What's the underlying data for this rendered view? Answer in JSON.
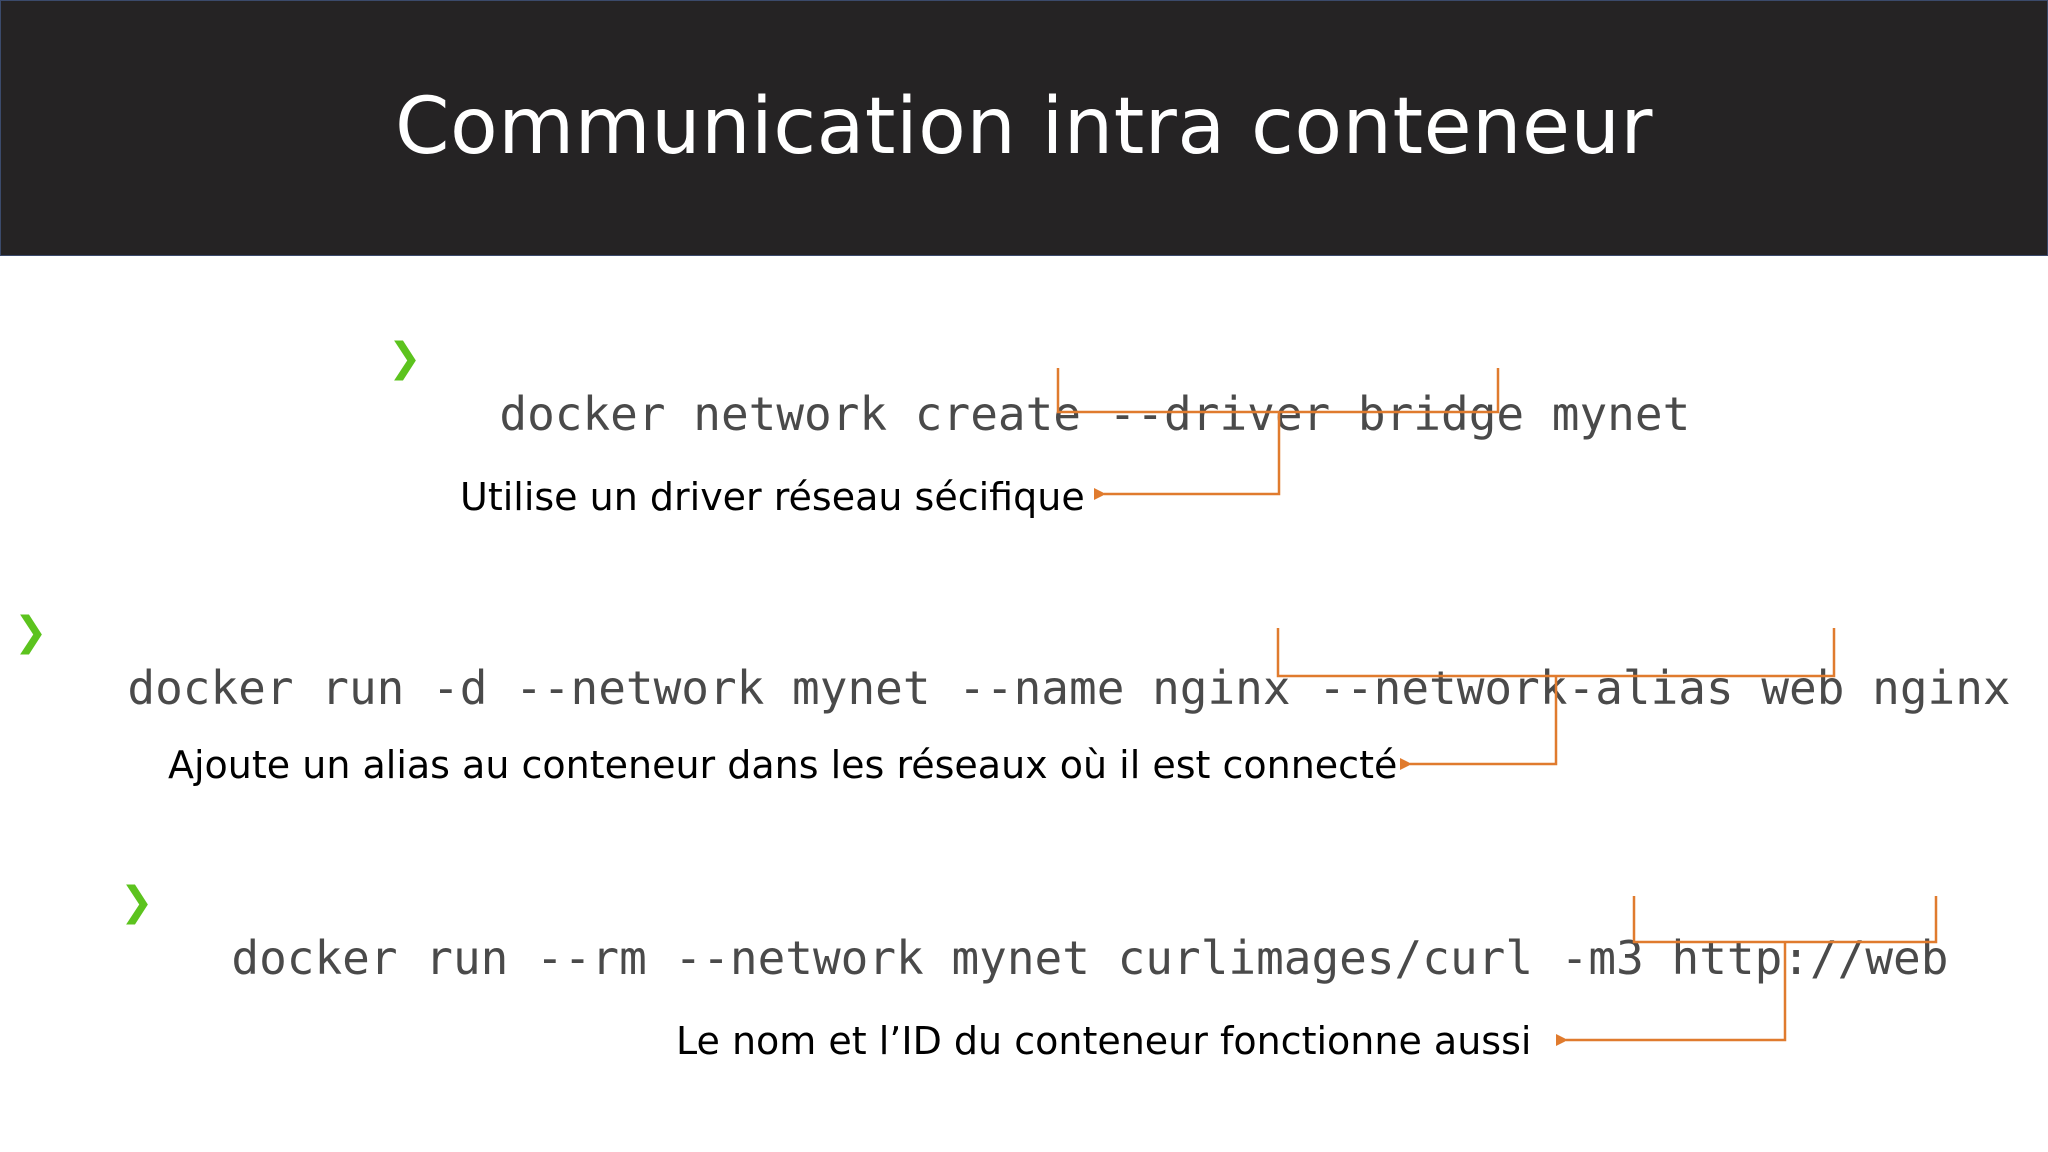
{
  "slide": {
    "title": "Communication intra conteneur"
  },
  "prompt_glyph": "❯",
  "commands": [
    {
      "before": "docker network create ",
      "highlight": "--driver bridge",
      "after": " mynet",
      "note": "Utilise un driver réseau sécifique"
    },
    {
      "before": "docker run -d --network mynet --name nginx ",
      "highlight": "--network-alias web",
      "after": " nginx",
      "note": "Ajoute un alias au conteneur dans les réseaux où il est connecté"
    },
    {
      "before": "docker run --rm --network mynet curlimages/curl -m3 ",
      "highlight": "http://web",
      "after": "",
      "note": "Le nom et l’ID du conteneur fonctionne aussi"
    }
  ],
  "colors": {
    "title_bar": "#252324",
    "prompt": "#5cc31e",
    "annotation": "#e07b2e",
    "command_text": "#4a4a4a"
  }
}
